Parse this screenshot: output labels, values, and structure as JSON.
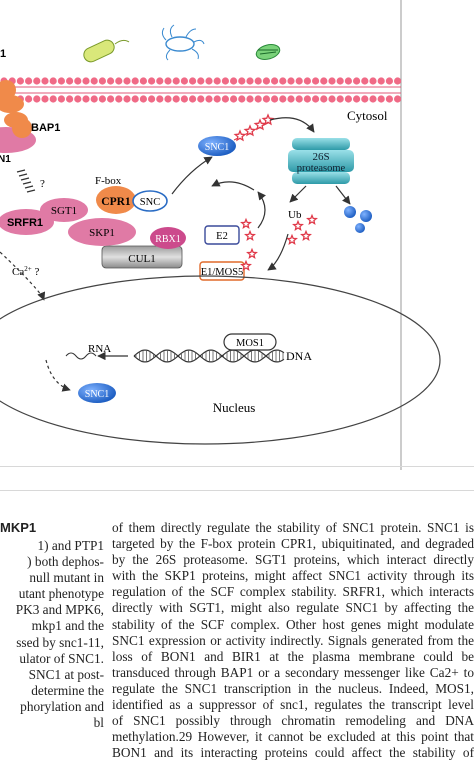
{
  "figure": {
    "cytosol_label": "Cytosol",
    "nucleus_label": "Nucleus",
    "left_label_1": "1",
    "bap1": "BAP1",
    "n1_fragment": "N1",
    "question": "?",
    "snc1_top": "SNC1",
    "f_box": "F-box",
    "cpr1": "CPR1",
    "snc_box": "SNC",
    "sgt1": "SGT1",
    "srfr1": "SRFR1",
    "skp1": "SKP1",
    "cul1": "CUL1",
    "rbx1": "RBX1",
    "e2": "E2",
    "e1_mos5": "E1/MOS5",
    "proteasome_26s": "26S",
    "proteasome_word": "proteasome",
    "ub": "Ub",
    "ca_label": "Ca",
    "ca_sup": "2+",
    "ca_q": " ?",
    "mos1": "MOS1",
    "dna": "DNA",
    "rna": "RNA",
    "snc1_nucleus": "SNC1"
  },
  "article": {
    "left_heading": "MKP1",
    "left_lines": [
      "1) and PTP1",
      ") both dephos-",
      "null mutant in",
      "utant phenotype",
      "PK3 and MPK6,",
      "mkp1 and the",
      "ssed by snc1-11,",
      "ulator of SNC1.",
      "SNC1 at post-",
      "determine the",
      "phorylation and",
      "bl"
    ],
    "main_lines": [
      "of them directly regulate the stability of SNC1 protein. SNC1 is",
      "targeted by the F-box protein CPR1, ubiquitinated, and degraded",
      "by the 26S proteasome. SGT1 proteins, which interact directly",
      "with the SKP1 proteins, might affect SNC1 activity through its",
      "regulation of the SCF complex stability. SRFR1, which interacts",
      "directly with SGT1, might also regulate SNC1 by affecting the",
      "stability of the SCF complex. Other host genes might modulate",
      "SNC1 expression or activity indirectly. Signals generated from the",
      "loss of BON1 and BIR1 at the plasma membrane could be",
      "transduced through BAP1 or a secondary messenger like Ca2+ to",
      "regulate the SNC1 transcription in the nucleus. Indeed, MOS1,",
      "identified as a suppressor of snc1, regulates the transcript level",
      "of SNC1 possibly through chromatin remodeling and DNA",
      "methylation.29 However, it cannot be excluded at this point that",
      "BON1 and its interacting proteins could affect the stability of"
    ]
  },
  "colors": {
    "membrane": "#f06a86",
    "orange": "#f08a4a",
    "pink_protein": "#e07aa5",
    "magenta": "#cc4a8c",
    "blue": "#2a6cc4",
    "star": "#e03a4a",
    "nucleus_line": "#444444"
  }
}
